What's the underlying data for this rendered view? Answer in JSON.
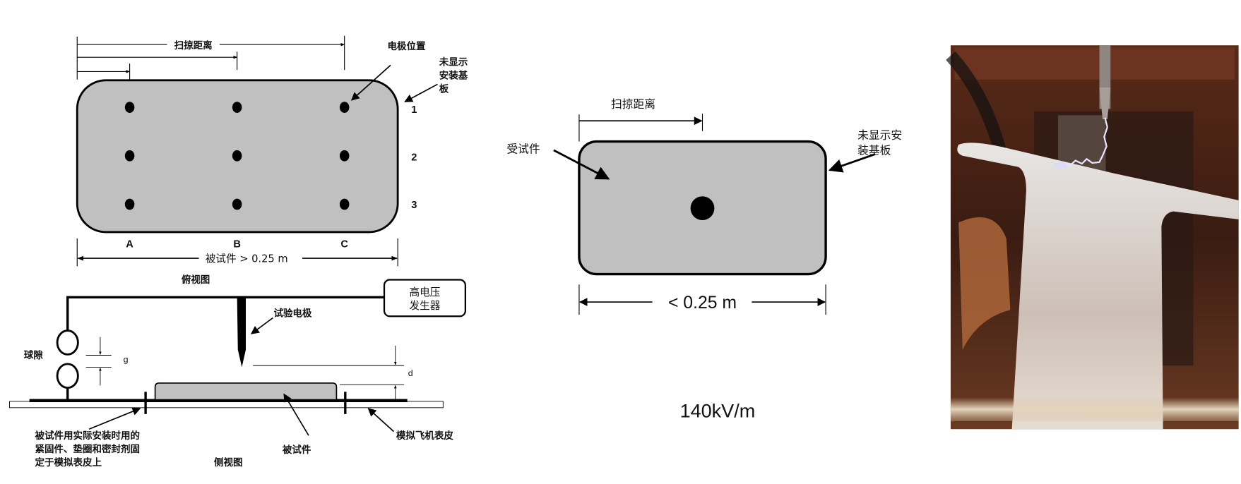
{
  "top_view": {
    "sweep_distance": "扫掠距离",
    "electrode_position": "电极位置",
    "mount_plate_line1": "未显示",
    "mount_plate_line2": "安装基",
    "mount_plate_line3": "板",
    "rows": [
      "1",
      "2",
      "3"
    ],
    "columns": [
      "A",
      "B",
      "C"
    ],
    "specimen_size": "被试件  > 0.25 m",
    "caption": "俯视图"
  },
  "side_view": {
    "hv_generator_line1": "高电压",
    "hv_generator_line2": "发生器",
    "test_electrode": "试验电极",
    "sphere_gap": "球隙",
    "gap_label": "g",
    "distance_label": "d",
    "fastener_note_line1": "被试件用实际安装时用的",
    "fastener_note_line2": "紧固件、垫圈和密封剂固",
    "fastener_note_line3": "定于模拟表皮上",
    "specimen": "被试件",
    "aircraft_skin": "模拟飞机表皮",
    "caption": "侧视图"
  },
  "small_specimen": {
    "sweep_distance": "扫掠距离",
    "specimen": "受试件",
    "mount_plate_line1": "未显示安",
    "mount_plate_line2": "装基板",
    "specimen_size": "< 0.25 m",
    "field_strength": "140kV/m"
  },
  "colors": {
    "specimen_fill": "#c0c0c0",
    "line": "#000000"
  }
}
